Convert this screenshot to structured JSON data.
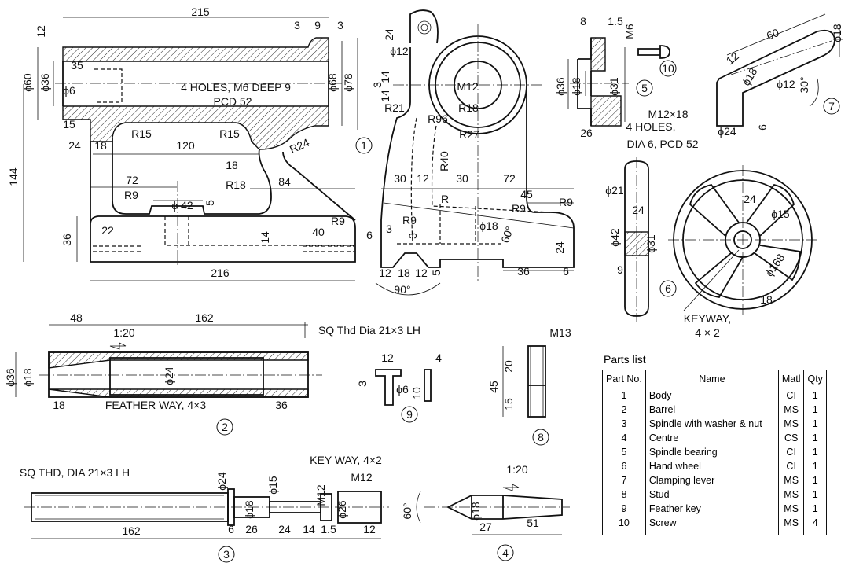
{
  "views": {
    "body": {
      "ref": "1",
      "dims": [
        "215",
        "12",
        "3",
        "9",
        "3",
        "35",
        "ϕ60",
        "ϕ36",
        "ϕ6",
        "4 HOLES, M6 DEEP 9",
        "PCD 52",
        "ϕ68",
        "ϕ78",
        "15",
        "24",
        "18",
        "R15",
        "R15",
        "120",
        "R24",
        "18",
        "144",
        "72",
        "R18",
        "84",
        "R9",
        "ϕ 42",
        "5",
        "R9",
        "36",
        "22",
        "14",
        "40",
        "216"
      ]
    },
    "body_side": {
      "dims": [
        "24",
        "ϕ12",
        "14",
        "3",
        "14",
        "M12",
        "R21",
        "R18",
        "R96",
        "R27",
        "R40",
        "30",
        "12",
        "30",
        "72",
        "R",
        "45",
        "R9",
        "R9",
        "R9",
        "3",
        "ϕ18",
        "6",
        "3",
        "60°",
        "24",
        "12",
        "18",
        "12",
        "5",
        "36",
        "6",
        "90°"
      ]
    },
    "barrel": {
      "ref": "2",
      "dims": [
        "48",
        "162",
        "1:20",
        "SQ Thd Dia 21×3 LH",
        "ϕ36",
        "ϕ18",
        "ϕ24",
        "18",
        "FEATHER WAY, 4×3",
        "36"
      ]
    },
    "spindle": {
      "ref": "3",
      "dims": [
        "SQ THD, DIA 21×3 LH",
        "KEY WAY, 4×2",
        "M12",
        "ϕ24",
        "ϕ15",
        "M12",
        "ϕ18",
        "ϕ26",
        "162",
        "6",
        "26",
        "24",
        "14",
        "1.5",
        "12"
      ]
    },
    "centre": {
      "ref": "4",
      "dims": [
        "1:20",
        "60°",
        "ϕ18",
        "27",
        "51"
      ]
    },
    "spindle_bearing": {
      "ref": "5",
      "dims": [
        "8",
        "1.5",
        "M6",
        "ϕ36",
        "ϕ18",
        "ϕ31",
        "26",
        "4 HOLES,",
        "DIA 6, PCD 52"
      ]
    },
    "hand_wheel": {
      "ref": "6",
      "dims": [
        "ϕ21",
        "24",
        "ϕ42",
        "ϕ31",
        "9",
        "24",
        "ϕ15",
        "ϕ168",
        "18",
        "KEYWAY,",
        "4 × 2"
      ]
    },
    "clamping_lever": {
      "ref": "7",
      "dims": [
        "60",
        "ϕ18",
        "12",
        "ϕ18",
        "ϕ12",
        "30°",
        "M12×18",
        "ϕ24",
        "6"
      ]
    },
    "stud": {
      "ref": "8",
      "dims": [
        "M13",
        "20",
        "45",
        "15"
      ]
    },
    "feather_key": {
      "ref": "9",
      "dims": [
        "12",
        "4",
        "3",
        "ϕ6",
        "10"
      ]
    },
    "screw": {
      "ref": "10",
      "dims": []
    }
  },
  "parts_list": {
    "title": "Parts list",
    "headers": [
      "Part No.",
      "Name",
      "Matl",
      "Qty"
    ],
    "rows": [
      [
        "1",
        "Body",
        "CI",
        "1"
      ],
      [
        "2",
        "Barrel",
        "MS",
        "1"
      ],
      [
        "3",
        "Spindle with washer & nut",
        "MS",
        "1"
      ],
      [
        "4",
        "Centre",
        "CS",
        "1"
      ],
      [
        "5",
        "Spindle bearing",
        "CI",
        "1"
      ],
      [
        "6",
        "Hand wheel",
        "CI",
        "1"
      ],
      [
        "7",
        "Clamping lever",
        "MS",
        "1"
      ],
      [
        "8",
        "Stud",
        "MS",
        "1"
      ],
      [
        "9",
        "Feather key",
        "MS",
        "1"
      ],
      [
        "10",
        "Screw",
        "MS",
        "4"
      ]
    ]
  }
}
